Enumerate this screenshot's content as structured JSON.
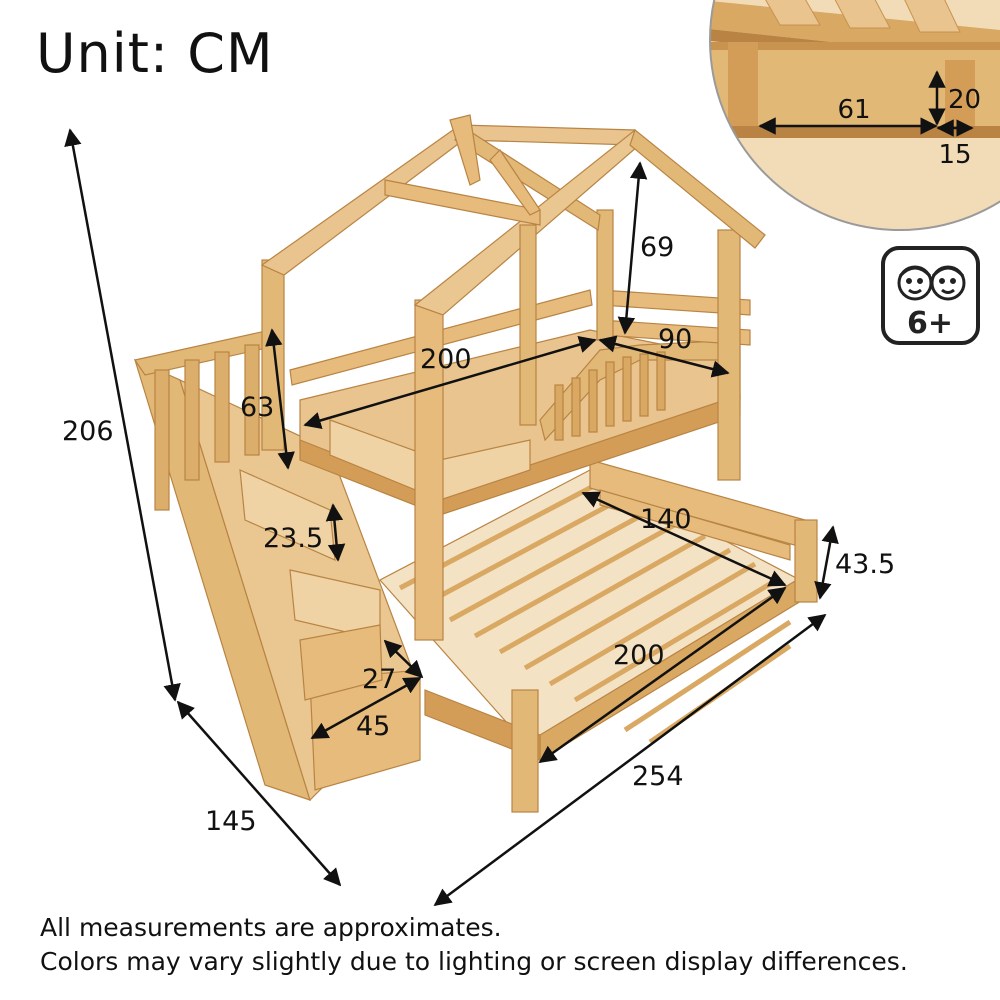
{
  "unit_label": "Unit: CM",
  "notes": [
    "All measurements are approximates.",
    "Colors may vary slightly due to lighting or screen display differences."
  ],
  "age_badge": {
    "label": "6+",
    "icon": "children-faces-icon"
  },
  "dimensions": {
    "overall_height": "206",
    "depth": "145",
    "length": "254",
    "roof_height": "69",
    "guardrail_height": "63",
    "upper_length": "200",
    "upper_width": "90",
    "step_height": "23.5",
    "step_depth": "27",
    "step_width": "45",
    "lower_width": "140",
    "lower_length": "200",
    "lower_rail_height": "43.5",
    "detail_length": "61",
    "detail_height": "20",
    "detail_thickness": "15"
  },
  "colors": {
    "wood_light": "#e9c48f",
    "wood_mid": "#d9a862",
    "wood_dark": "#b98443",
    "ink": "#111111"
  }
}
